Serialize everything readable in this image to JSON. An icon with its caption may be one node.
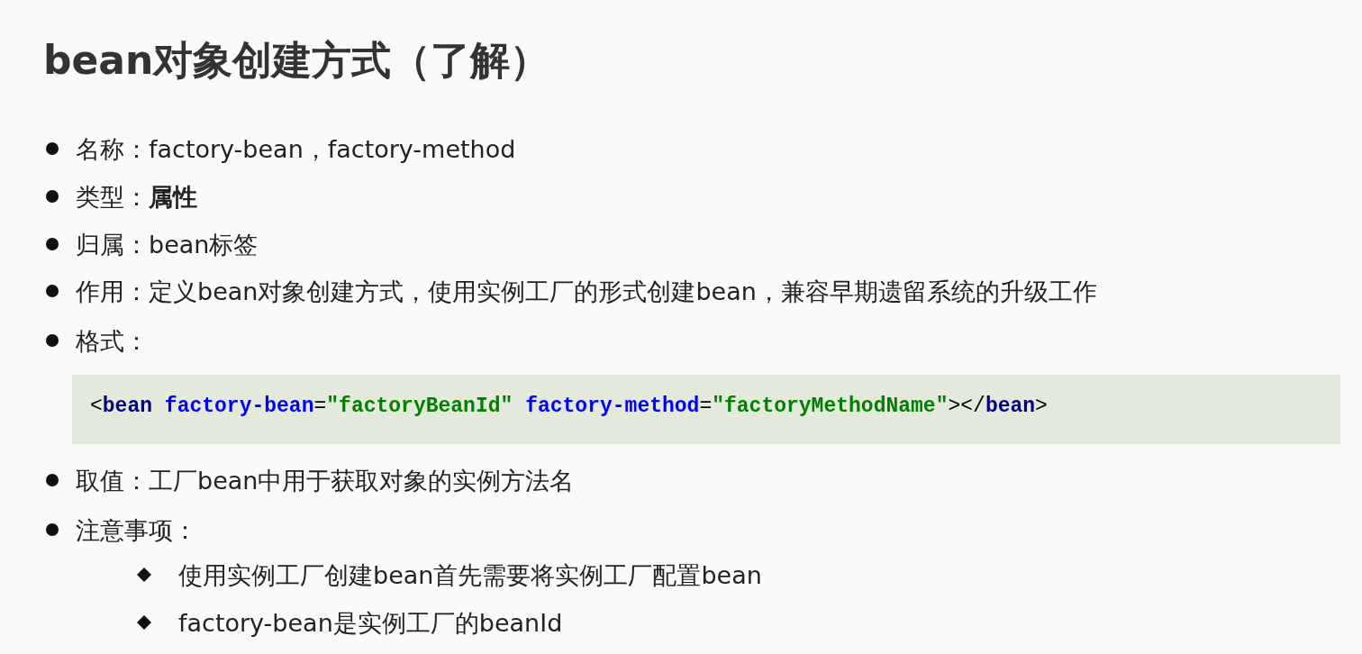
{
  "diagram": {
    "title": "bean对象创建方式（了解）",
    "labels": [
      "名称：factory-bean，factory-method",
      "类型：**属性**",
      "归属：bean标签",
      "作用：定义bean对象创建方式，使用实例工厂的形式创建bean，兼容早期遗留系统的升级工作",
      "格式：",
      "<bean factory-bean=\"factoryBeanId\" factory-method=\"factoryMethodName\"></bean>",
      "取值：工厂bean中用于获取对象的实例方法名",
      "注意事项：",
      "使用实例工厂创建bean首先需要将实例工厂配置bean",
      "factory-bean是实例工厂的beanId"
    ]
  }
}
